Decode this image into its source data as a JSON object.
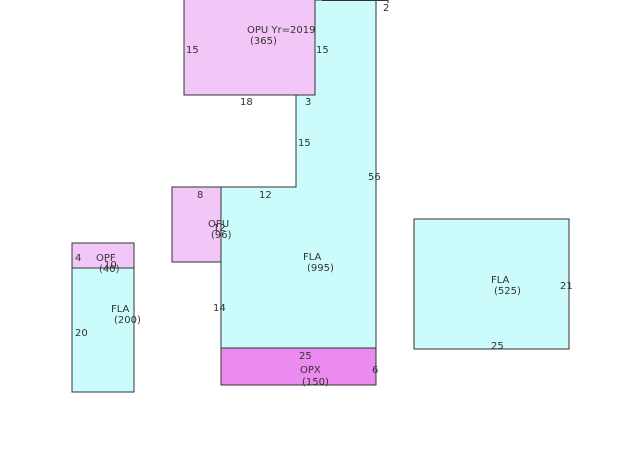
{
  "colors": {
    "fla": "#ccfbfc",
    "opu": "#f2c7f7",
    "opf": "#f2c7f7",
    "opx": "#ec8bef",
    "line": "#333333"
  },
  "areas": {
    "opu_2019": {
      "code": "OPU Yr=2019",
      "sqft": "(365)"
    },
    "opu_small": {
      "code": "OPU",
      "sqft": "(96)"
    },
    "fla_main": {
      "code": "FLA",
      "sqft": "(995)"
    },
    "opx": {
      "code": "OPX",
      "sqft": "(150)"
    },
    "opf": {
      "code": "OPF",
      "sqft": "(40)"
    },
    "fla_left": {
      "code": "FLA",
      "sqft": "(200)"
    },
    "fla_right": {
      "code": "FLA",
      "sqft": "(525)"
    }
  },
  "dimensions": {
    "d_2": "2",
    "opu_left": "15",
    "opu_right": "15",
    "opu_bottom": "18",
    "notch_top": "3",
    "neck_left": "15",
    "main_right": "56",
    "step_top": "12",
    "opu_small_top": "8",
    "opu_small_mid": "12",
    "main_left": "14",
    "main_bottom": "25",
    "opx_right": "6",
    "opf_left": "4",
    "opf_mid": "10",
    "left_side": "20",
    "right_side": "21",
    "right_bottom": "25"
  }
}
